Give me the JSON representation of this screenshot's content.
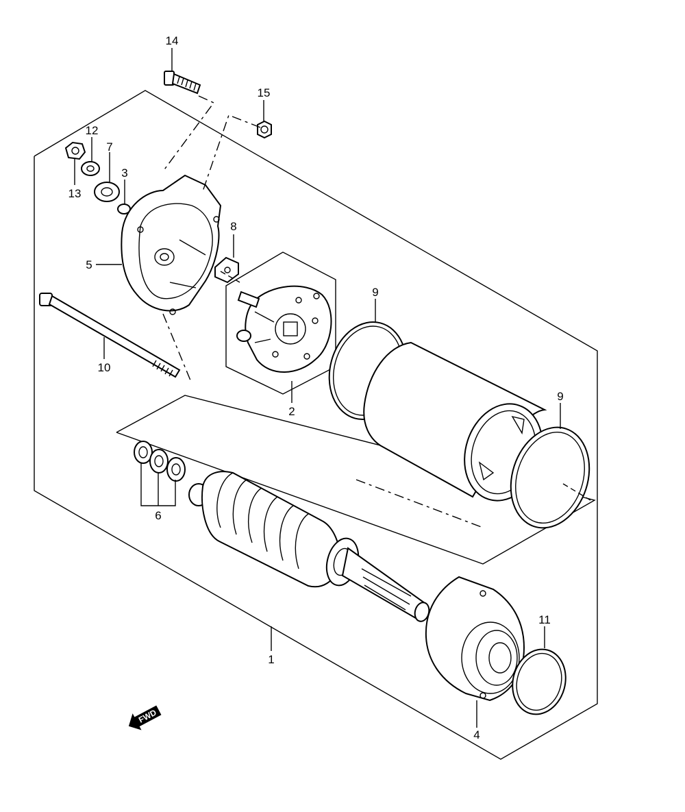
{
  "diagram": {
    "callouts": [
      "1",
      "2",
      "3",
      "4",
      "5",
      "6",
      "7",
      "8",
      "9",
      "9",
      "10",
      "11",
      "12",
      "13",
      "14",
      "15"
    ],
    "direction_marker": "FWD"
  }
}
